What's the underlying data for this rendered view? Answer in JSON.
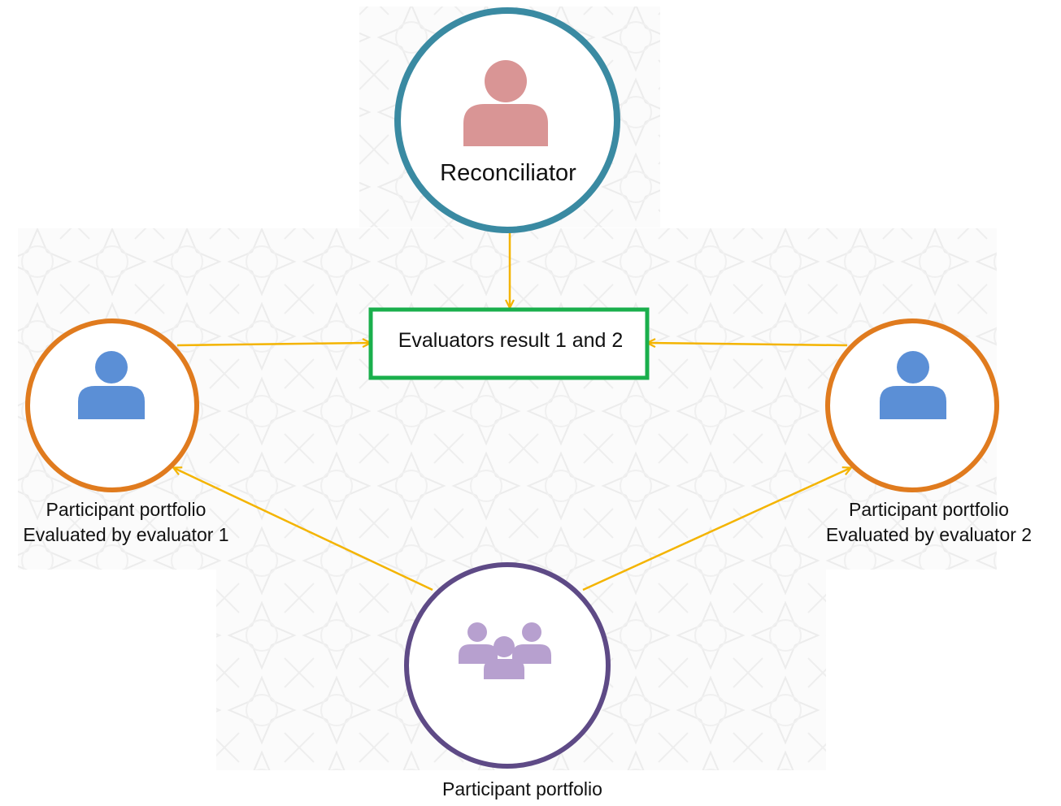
{
  "diagram": {
    "reconciliator": {
      "label": "Reconciliator",
      "icon": "person-icon"
    },
    "result_box": {
      "label": "Evaluators result 1 and 2"
    },
    "evaluator_left": {
      "icon": "person-icon",
      "label_line1": "Participant portfolio",
      "label_line2": "Evaluated by evaluator 1"
    },
    "evaluator_right": {
      "icon": "person-icon",
      "label_line1": "Participant portfolio",
      "label_line2": "Evaluated by evaluator 2"
    },
    "participants": {
      "icon": "group-icon",
      "label": "Participant portfolio"
    }
  },
  "colors": {
    "reconciliator_ring": "#3a8aa2",
    "reconciliator_icon": "#d99595",
    "evaluator_ring": "#e07b1e",
    "evaluator_icon": "#5b8fd6",
    "participant_ring": "#5e4a86",
    "participant_icon": "#b7a0cf",
    "result_box_border": "#1aaf4c",
    "arrow": "#f4b400",
    "pattern": "#ececec"
  }
}
